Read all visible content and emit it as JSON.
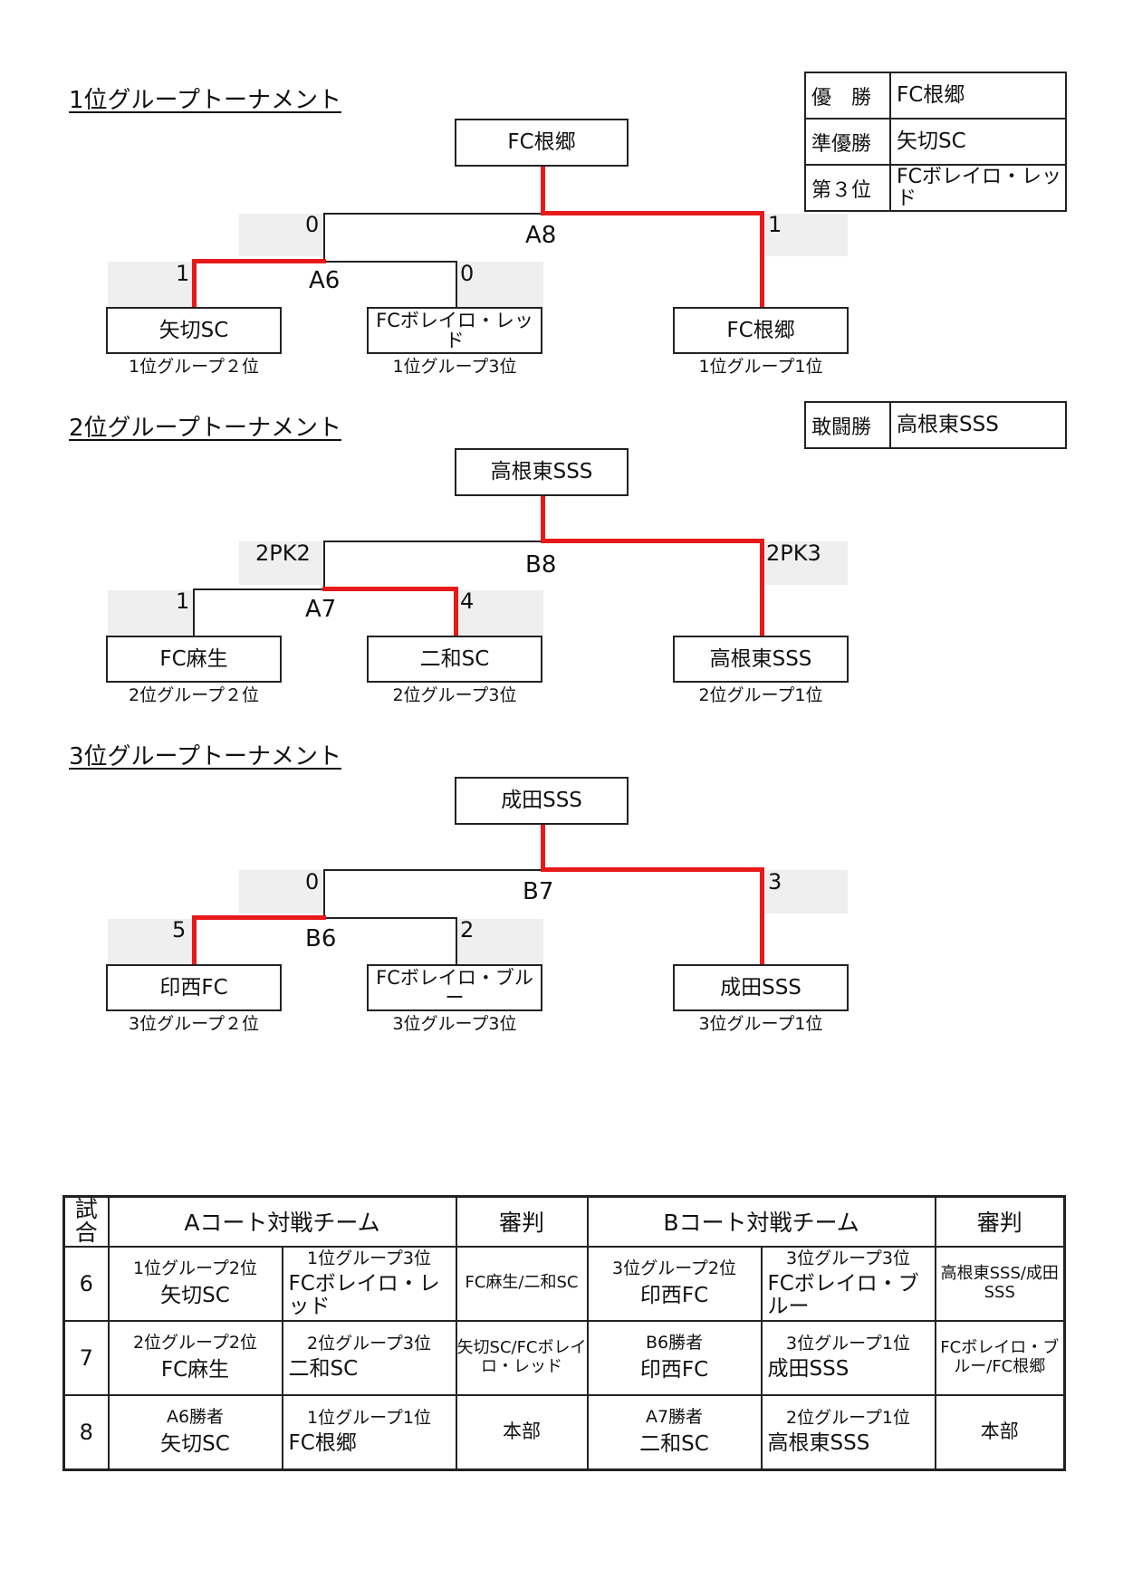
{
  "t1": {
    "title": "1位グループトーナメント",
    "winner": "FC根郷",
    "final_label": "A8",
    "semi_label": "A6",
    "scores": {
      "left_final": "0",
      "right_final": "1",
      "semi_left": "1",
      "semi_right": "0"
    },
    "teams": [
      {
        "name": "矢切SC",
        "sub": "1位グループ２位"
      },
      {
        "name": "FCボレイロ・レッド",
        "sub": "1位グループ3位"
      },
      {
        "name": "FC根郷",
        "sub": "1位グループ1位"
      }
    ]
  },
  "results": [
    {
      "label": "優　勝",
      "team": "FC根郷"
    },
    {
      "label": "準優勝",
      "team": "矢切SC"
    },
    {
      "label": "第３位",
      "team": "FCボレイロ・レッド"
    }
  ],
  "t2": {
    "title": "2位グループトーナメント",
    "award_label": "敢闘勝",
    "award_team": "高根東SSS",
    "winner": "高根東SSS",
    "final_label": "B8",
    "semi_label": "A7",
    "scores": {
      "left_final": "2PK2",
      "right_final": "2PK3",
      "semi_left": "1",
      "semi_right": "4"
    },
    "teams": [
      {
        "name": "FC麻生",
        "sub": "2位グループ２位"
      },
      {
        "name": "二和SC",
        "sub": "2位グループ3位"
      },
      {
        "name": "高根東SSS",
        "sub": "2位グループ1位"
      }
    ]
  },
  "t3": {
    "title": "3位グループトーナメント",
    "winner": "成田SSS",
    "final_label": "B7",
    "semi_label": "B6",
    "scores": {
      "left_final": "0",
      "right_final": "3",
      "semi_left": "5",
      "semi_right": "2"
    },
    "teams": [
      {
        "name": "印西FC",
        "sub": "3位グループ２位"
      },
      {
        "name": "FCボレイロ・ブルー",
        "sub": "3位グループ3位"
      },
      {
        "name": "成田SSS",
        "sub": "3位グループ1位"
      }
    ]
  },
  "schedule": {
    "header": {
      "match": "試合",
      "a_court": "Aコート対戦チーム",
      "a_ref": "審判",
      "b_court": "Bコート対戦チーム",
      "b_ref": "審判"
    },
    "rows": [
      {
        "no": "6",
        "a1_sub": "1位グループ2位",
        "a1": "矢切SC",
        "a2_sub": "1位グループ3位",
        "a2": "FCボレイロ・レッド",
        "a_ref": "FC麻生/二和SC",
        "b1_sub": "3位グループ2位",
        "b1": "印西FC",
        "b2_sub": "3位グループ3位",
        "b2": "FCボレイロ・ブルー",
        "b_ref": "高根東SSS/成田SSS"
      },
      {
        "no": "7",
        "a1_sub": "2位グループ2位",
        "a1": "FC麻生",
        "a2_sub": "2位グループ3位",
        "a2": "二和SC",
        "a_ref": "矢切SC/FCボレイロ・レッド",
        "b1_sub": "B6勝者",
        "b1": "印西FC",
        "b2_sub": "3位グループ1位",
        "b2": "成田SSS",
        "b_ref": "FCボレイロ・ブルー/FC根郷"
      },
      {
        "no": "8",
        "a1_sub": "A6勝者",
        "a1": "矢切SC",
        "a2_sub": "1位グループ1位",
        "a2": "FC根郷",
        "a_ref": "本部",
        "b1_sub": "A7勝者",
        "b1": "二和SC",
        "b2_sub": "2位グループ1位",
        "b2": "高根東SSS",
        "b_ref": "本部"
      }
    ]
  }
}
